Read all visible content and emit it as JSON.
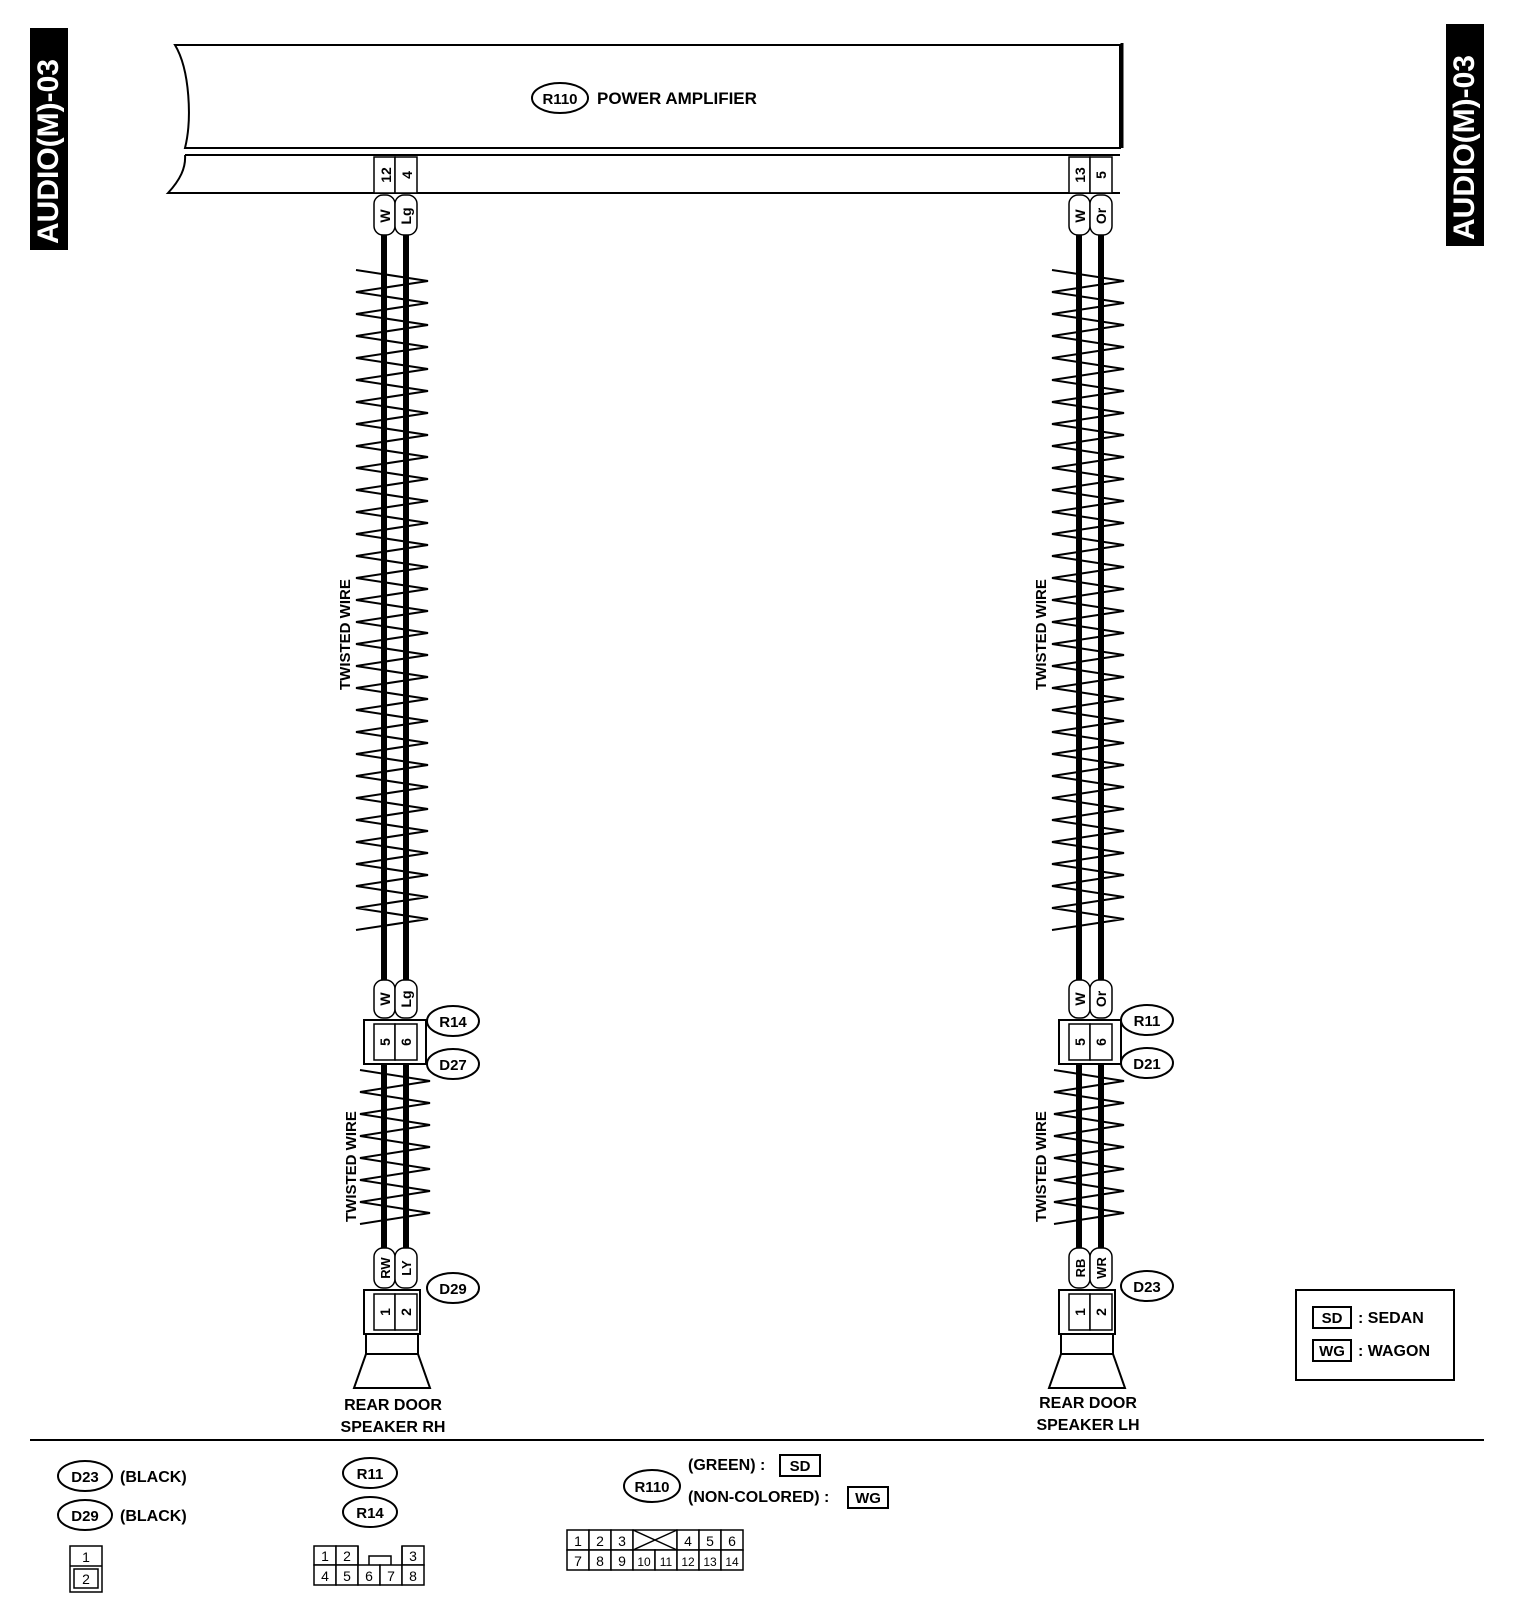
{
  "page_tag": "AUDIO(M)-03",
  "amplifier": {
    "connector": "R110",
    "name": "POWER AMPLIFIER"
  },
  "right_circuit": {
    "amp_pins": [
      "12",
      "4"
    ],
    "amp_wires": [
      "W",
      "Lg"
    ],
    "twist_label": "TWISTED WIRE",
    "mid_wires": [
      "W",
      "Lg"
    ],
    "mid_pins": [
      "5",
      "6"
    ],
    "mid_connector_top": "R14",
    "mid_connector_bottom": "D27",
    "speaker_wires": [
      "RW",
      "LY"
    ],
    "speaker_pins": [
      "1",
      "2"
    ],
    "speaker_connector": "D29",
    "speaker_label": [
      "REAR DOOR",
      "SPEAKER RH"
    ]
  },
  "left_circuit": {
    "amp_pins": [
      "13",
      "5"
    ],
    "amp_wires": [
      "W",
      "Or"
    ],
    "twist_label": "TWISTED WIRE",
    "mid_wires": [
      "W",
      "Or"
    ],
    "mid_pins": [
      "5",
      "6"
    ],
    "mid_connector_top": "R11",
    "mid_connector_bottom": "D21",
    "speaker_wires": [
      "RB",
      "WR"
    ],
    "speaker_pins": [
      "1",
      "2"
    ],
    "speaker_connector": "D23",
    "speaker_label": [
      "REAR DOOR",
      "SPEAKER LH"
    ]
  },
  "legend": [
    {
      "code": "SD",
      "desc": ": SEDAN"
    },
    {
      "code": "WG",
      "desc": ": WAGON"
    }
  ],
  "connector_views": {
    "d_group": [
      {
        "id": "D23",
        "color": "(BLACK)"
      },
      {
        "id": "D29",
        "color": "(BLACK)"
      }
    ],
    "d_pins": [
      "1",
      "2"
    ],
    "r_group": [
      "R11",
      "R14"
    ],
    "r_pins_top": [
      "1",
      "2",
      "3"
    ],
    "r_pins_bottom": [
      "4",
      "5",
      "6",
      "7",
      "8"
    ],
    "r110": {
      "id": "R110",
      "variants": [
        {
          "color": "(GREEN) :",
          "code": "SD"
        },
        {
          "color": "(NON-COLORED) :",
          "code": "WG"
        }
      ],
      "pins_top": [
        "1",
        "2",
        "3",
        "4",
        "5",
        "6"
      ],
      "pins_bottom": [
        "7",
        "8",
        "9",
        "10",
        "11",
        "12",
        "13",
        "14"
      ]
    }
  }
}
